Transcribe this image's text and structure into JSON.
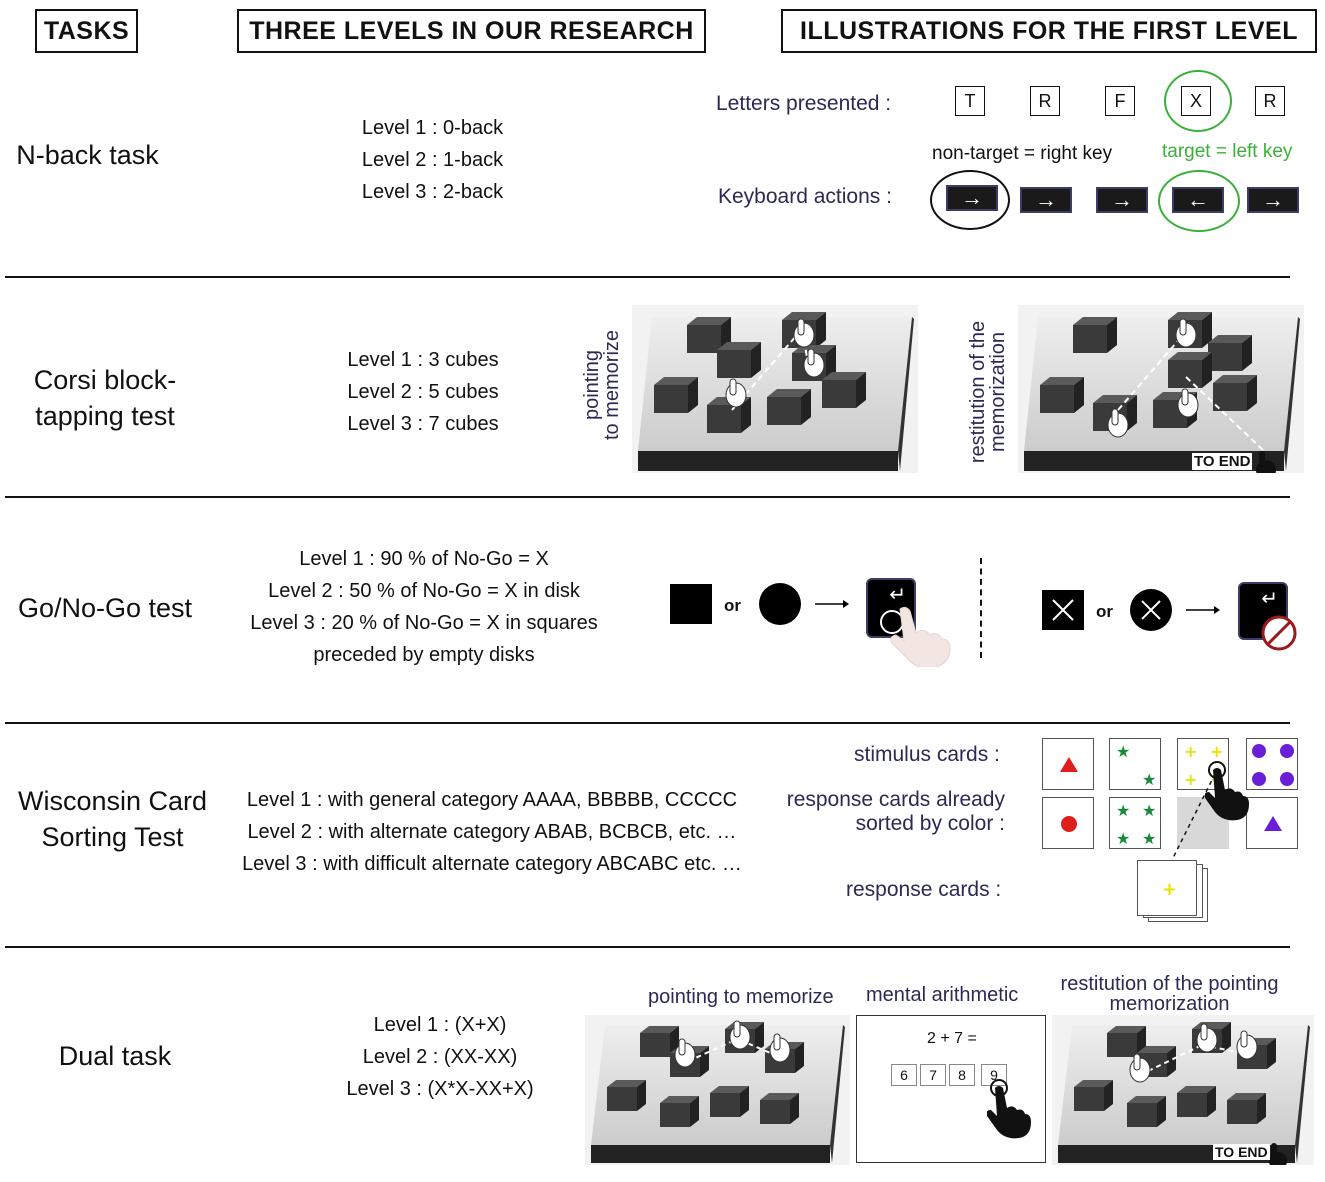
{
  "headers": {
    "tasks": "TASKS",
    "levels": "THREE LEVELS IN OUR RESEARCH",
    "illustrations": "ILLUSTRATIONS FOR THE FIRST LEVEL"
  },
  "nback": {
    "title": "N-back task",
    "levels": [
      "Level 1 : 0-back",
      "Level 2 : 1-back",
      "Level 3 : 2-back"
    ],
    "letters_label": "Letters presented :",
    "letters": [
      "T",
      "R",
      "F",
      "X",
      "R"
    ],
    "nontarget": "non-target = right key",
    "target": "target = left key",
    "keyboard_label": "Keyboard actions :",
    "keys": [
      "→",
      "→",
      "→",
      "←",
      "→"
    ]
  },
  "corsi": {
    "title_line1": "Corsi block-",
    "title_line2": "tapping test",
    "levels": [
      "Level 1 : 3 cubes",
      "Level 2 : 5 cubes",
      "Level 3 : 7 cubes"
    ],
    "pointing_line1": "pointing",
    "pointing_line2": "to memorize",
    "restitution_line1": "restitution of the",
    "restitution_line2": "memorization",
    "to_end": "TO END"
  },
  "gonogo": {
    "title": "Go/No-Go test",
    "levels": [
      "Level 1 : 90 % of No-Go = X",
      "Level 2 : 50 % of No-Go = X in disk",
      "Level 3 : 20 % of No-Go = X in squares",
      "preceded by empty disks"
    ],
    "or1": "or",
    "or2": "or",
    "enter_glyph": "↵"
  },
  "wcst": {
    "title_line1": "Wisconsin Card",
    "title_line2": "Sorting Test",
    "levels": [
      "Level 1 : with general category AAAA, BBBBB, CCCCC",
      "Level 2 : with alternate category ABAB, BCBCB, etc. …",
      "Level 3 : with difficult alternate category ABCABC etc. …"
    ],
    "stimulus_label": "stimulus cards :",
    "response_sorted_line1": "response cards already",
    "response_sorted_line2": "sorted by color :",
    "response_label": "response cards :",
    "colors": {
      "red": "#e01e1e",
      "green": "#1a8a3a",
      "yellow": "#e6e600",
      "purple": "#6a1fd6"
    }
  },
  "dual": {
    "title": "Dual task",
    "levels": [
      "Level 1 : (X+X)",
      "Level 2 : (XX-XX)",
      "Level 3 : (X*X-XX+X)"
    ],
    "pointing": "pointing to memorize",
    "arithmetic": "mental arithmetic",
    "restitution_line1": "restitution of the pointing",
    "restitution_line2": "memorization",
    "equation": "2 + 7 =",
    "choices": [
      "6",
      "7",
      "8",
      "9"
    ],
    "to_end": "TO END"
  }
}
